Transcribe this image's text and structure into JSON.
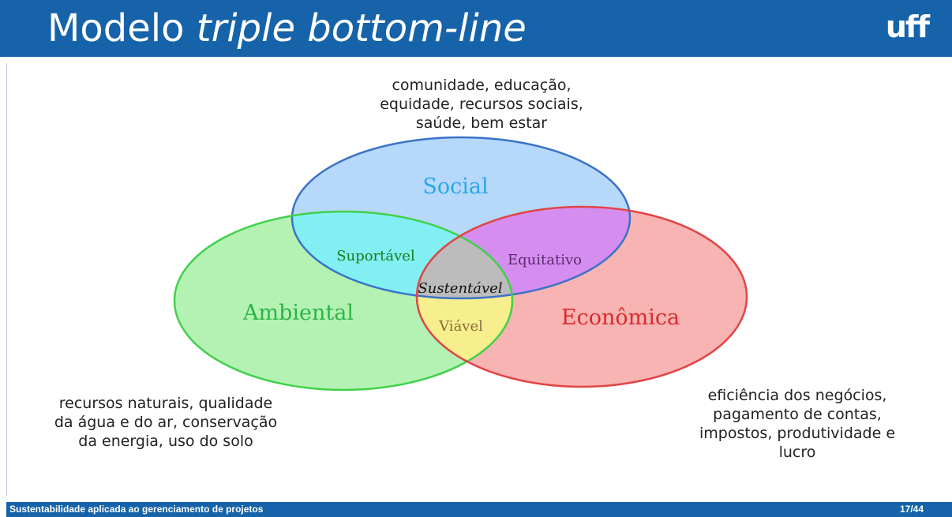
{
  "slide": {
    "title_regular": "Modelo ",
    "title_italic": "triple bottom-line",
    "logo": "uff"
  },
  "venn": {
    "social": {
      "label": "Social",
      "color": "#29a7e8",
      "fill": "#b6d8fb",
      "stroke": "#3a73c9"
    },
    "ambiental": {
      "label": "Ambiental",
      "color": "#2bb545",
      "fill": "#b4f2b4",
      "stroke": "#3fd14a"
    },
    "economica": {
      "label": "Econômica",
      "color": "#d92b2b",
      "fill": "#f8b3b3",
      "stroke": "#e04545"
    },
    "suportavel": {
      "label": "Suportável",
      "color": "#1a7a1a",
      "fill": "#82f0f2"
    },
    "equitativo": {
      "label": "Equitativo",
      "color": "#5a2b6e",
      "fill": "#d68df0"
    },
    "viavel": {
      "label": "Viável",
      "color": "#8a6b3a",
      "fill": "#f7ef8e"
    },
    "sustentavel": {
      "label": "Sustentável",
      "color": "#111111",
      "fill": "#bcbcbc"
    }
  },
  "descriptions": {
    "social": [
      "comunidade, educação,",
      "equidade, recursos sociais,",
      "saúde, bem estar"
    ],
    "ambiental": [
      "recursos naturais, qualidade",
      "da água e do ar, conservação",
      "da energia, uso do solo"
    ],
    "economica": [
      "eficiência dos negócios,",
      "pagamento de contas,",
      "impostos, produtividade e",
      "lucro"
    ]
  },
  "footer": {
    "course": "Sustentabilidade aplicada ao gerenciamento de projetos",
    "page": "17/44"
  }
}
